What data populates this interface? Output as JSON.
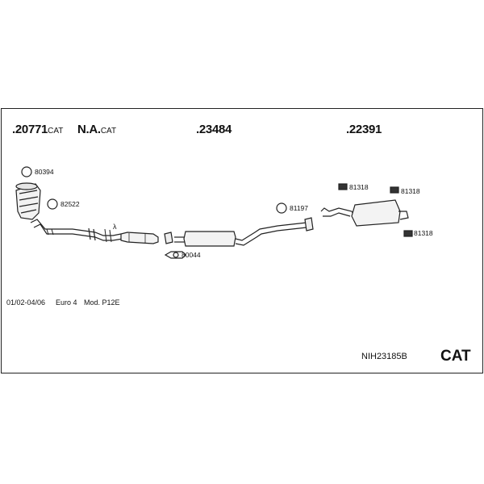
{
  "header_parts": [
    {
      "number": ".20771",
      "suffix": "CAT"
    },
    {
      "number": "N.A.",
      "suffix": "CAT"
    },
    {
      "number": ".23484",
      "suffix": ""
    },
    {
      "number": ".22391",
      "suffix": ""
    }
  ],
  "callouts": {
    "c80394": "80394",
    "c82522": "82522",
    "c81197": "81197",
    "c80044": "80044",
    "c81318a": "81318",
    "c81318b": "81318",
    "c81318c": "81318"
  },
  "lambda_symbol": "λ",
  "vehicle": {
    "dates": "01/02-04/06",
    "emission": "Euro 4",
    "model": "Mod. P12E"
  },
  "kit_code": "NIH23185B",
  "kit_type": "CAT"
}
